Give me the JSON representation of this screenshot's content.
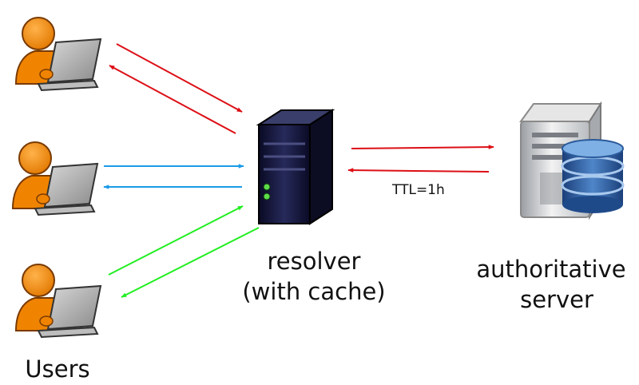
{
  "labels": {
    "resolver_line1": "resolver",
    "resolver_line2": "(with cache)",
    "authoritative_line1": "authoritative",
    "authoritative_line2": "server",
    "users": "Users",
    "ttl": "TTL=1h"
  },
  "arrow_colors": {
    "red": "#dd0f16",
    "blue": "#1b9be8",
    "green": "#22ee22"
  },
  "icons": {
    "user": "user-with-laptop-icon",
    "resolver": "server-tower-icon",
    "authoritative": "server-with-database-icon"
  }
}
